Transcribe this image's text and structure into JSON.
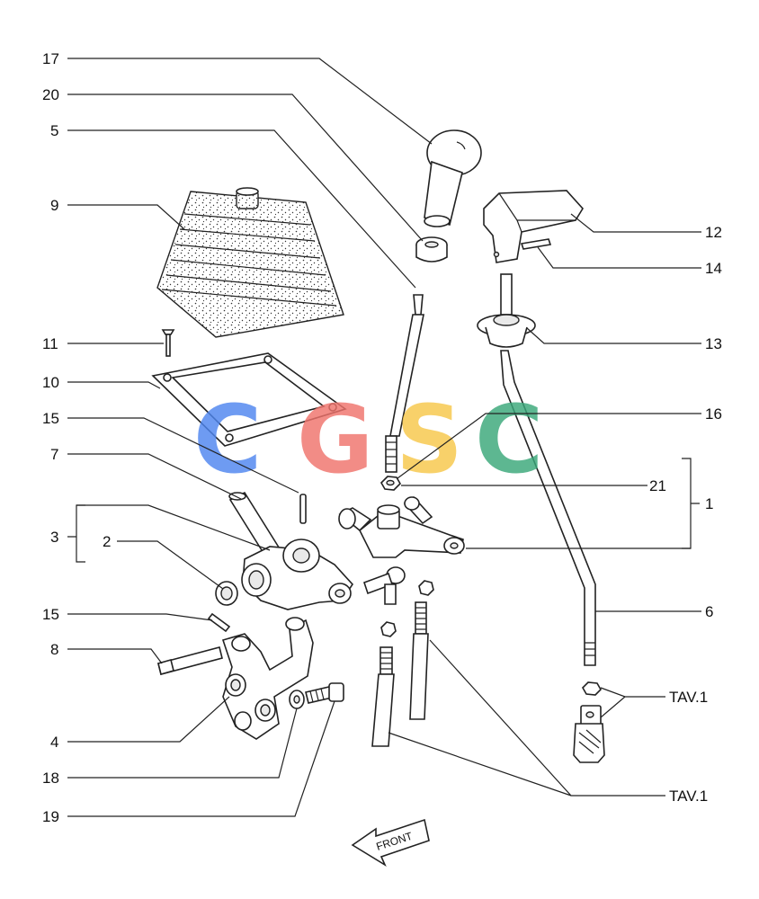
{
  "diagram": {
    "labels": [
      {
        "id": "17",
        "text": "17"
      },
      {
        "id": "20",
        "text": "20"
      },
      {
        "id": "5",
        "text": "5"
      },
      {
        "id": "9",
        "text": "9"
      },
      {
        "id": "11",
        "text": "11"
      },
      {
        "id": "10",
        "text": "10"
      },
      {
        "id": "15a",
        "text": "15"
      },
      {
        "id": "7",
        "text": "7"
      },
      {
        "id": "3",
        "text": "3"
      },
      {
        "id": "2",
        "text": "2"
      },
      {
        "id": "15b",
        "text": "15"
      },
      {
        "id": "8",
        "text": "8"
      },
      {
        "id": "4",
        "text": "4"
      },
      {
        "id": "18",
        "text": "18"
      },
      {
        "id": "19",
        "text": "19"
      },
      {
        "id": "12",
        "text": "12"
      },
      {
        "id": "14",
        "text": "14"
      },
      {
        "id": "13",
        "text": "13"
      },
      {
        "id": "16",
        "text": "16"
      },
      {
        "id": "21",
        "text": "21"
      },
      {
        "id": "1",
        "text": "1"
      },
      {
        "id": "6",
        "text": "6"
      },
      {
        "id": "tav1a",
        "text": "TAV.1"
      },
      {
        "id": "tav1b",
        "text": "TAV.1"
      }
    ],
    "front_label": "FRONT",
    "watermark": {
      "letters": [
        "C",
        "G",
        "S",
        "C"
      ],
      "colors": [
        "#4f86f0",
        "#f0736c",
        "#f7c84a",
        "#3aa87a"
      ]
    }
  }
}
